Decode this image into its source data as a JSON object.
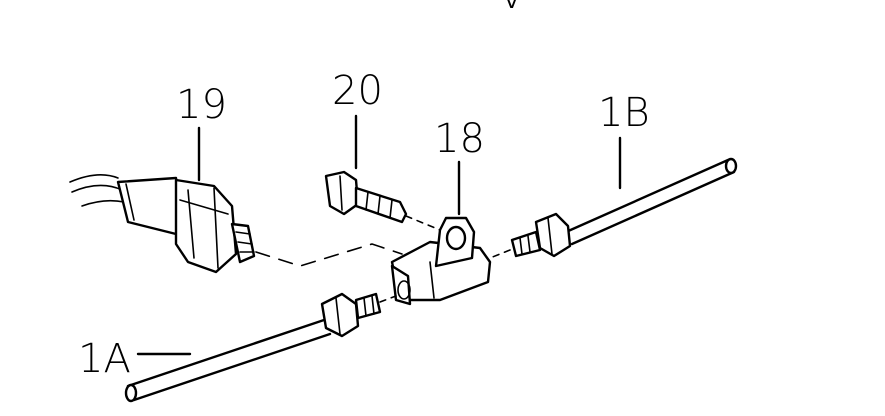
{
  "diagram": {
    "callouts": {
      "top_mark": "V",
      "p19": "19",
      "p20": "20",
      "p18": "18",
      "p1b": "1B",
      "p1a": "1A"
    }
  }
}
